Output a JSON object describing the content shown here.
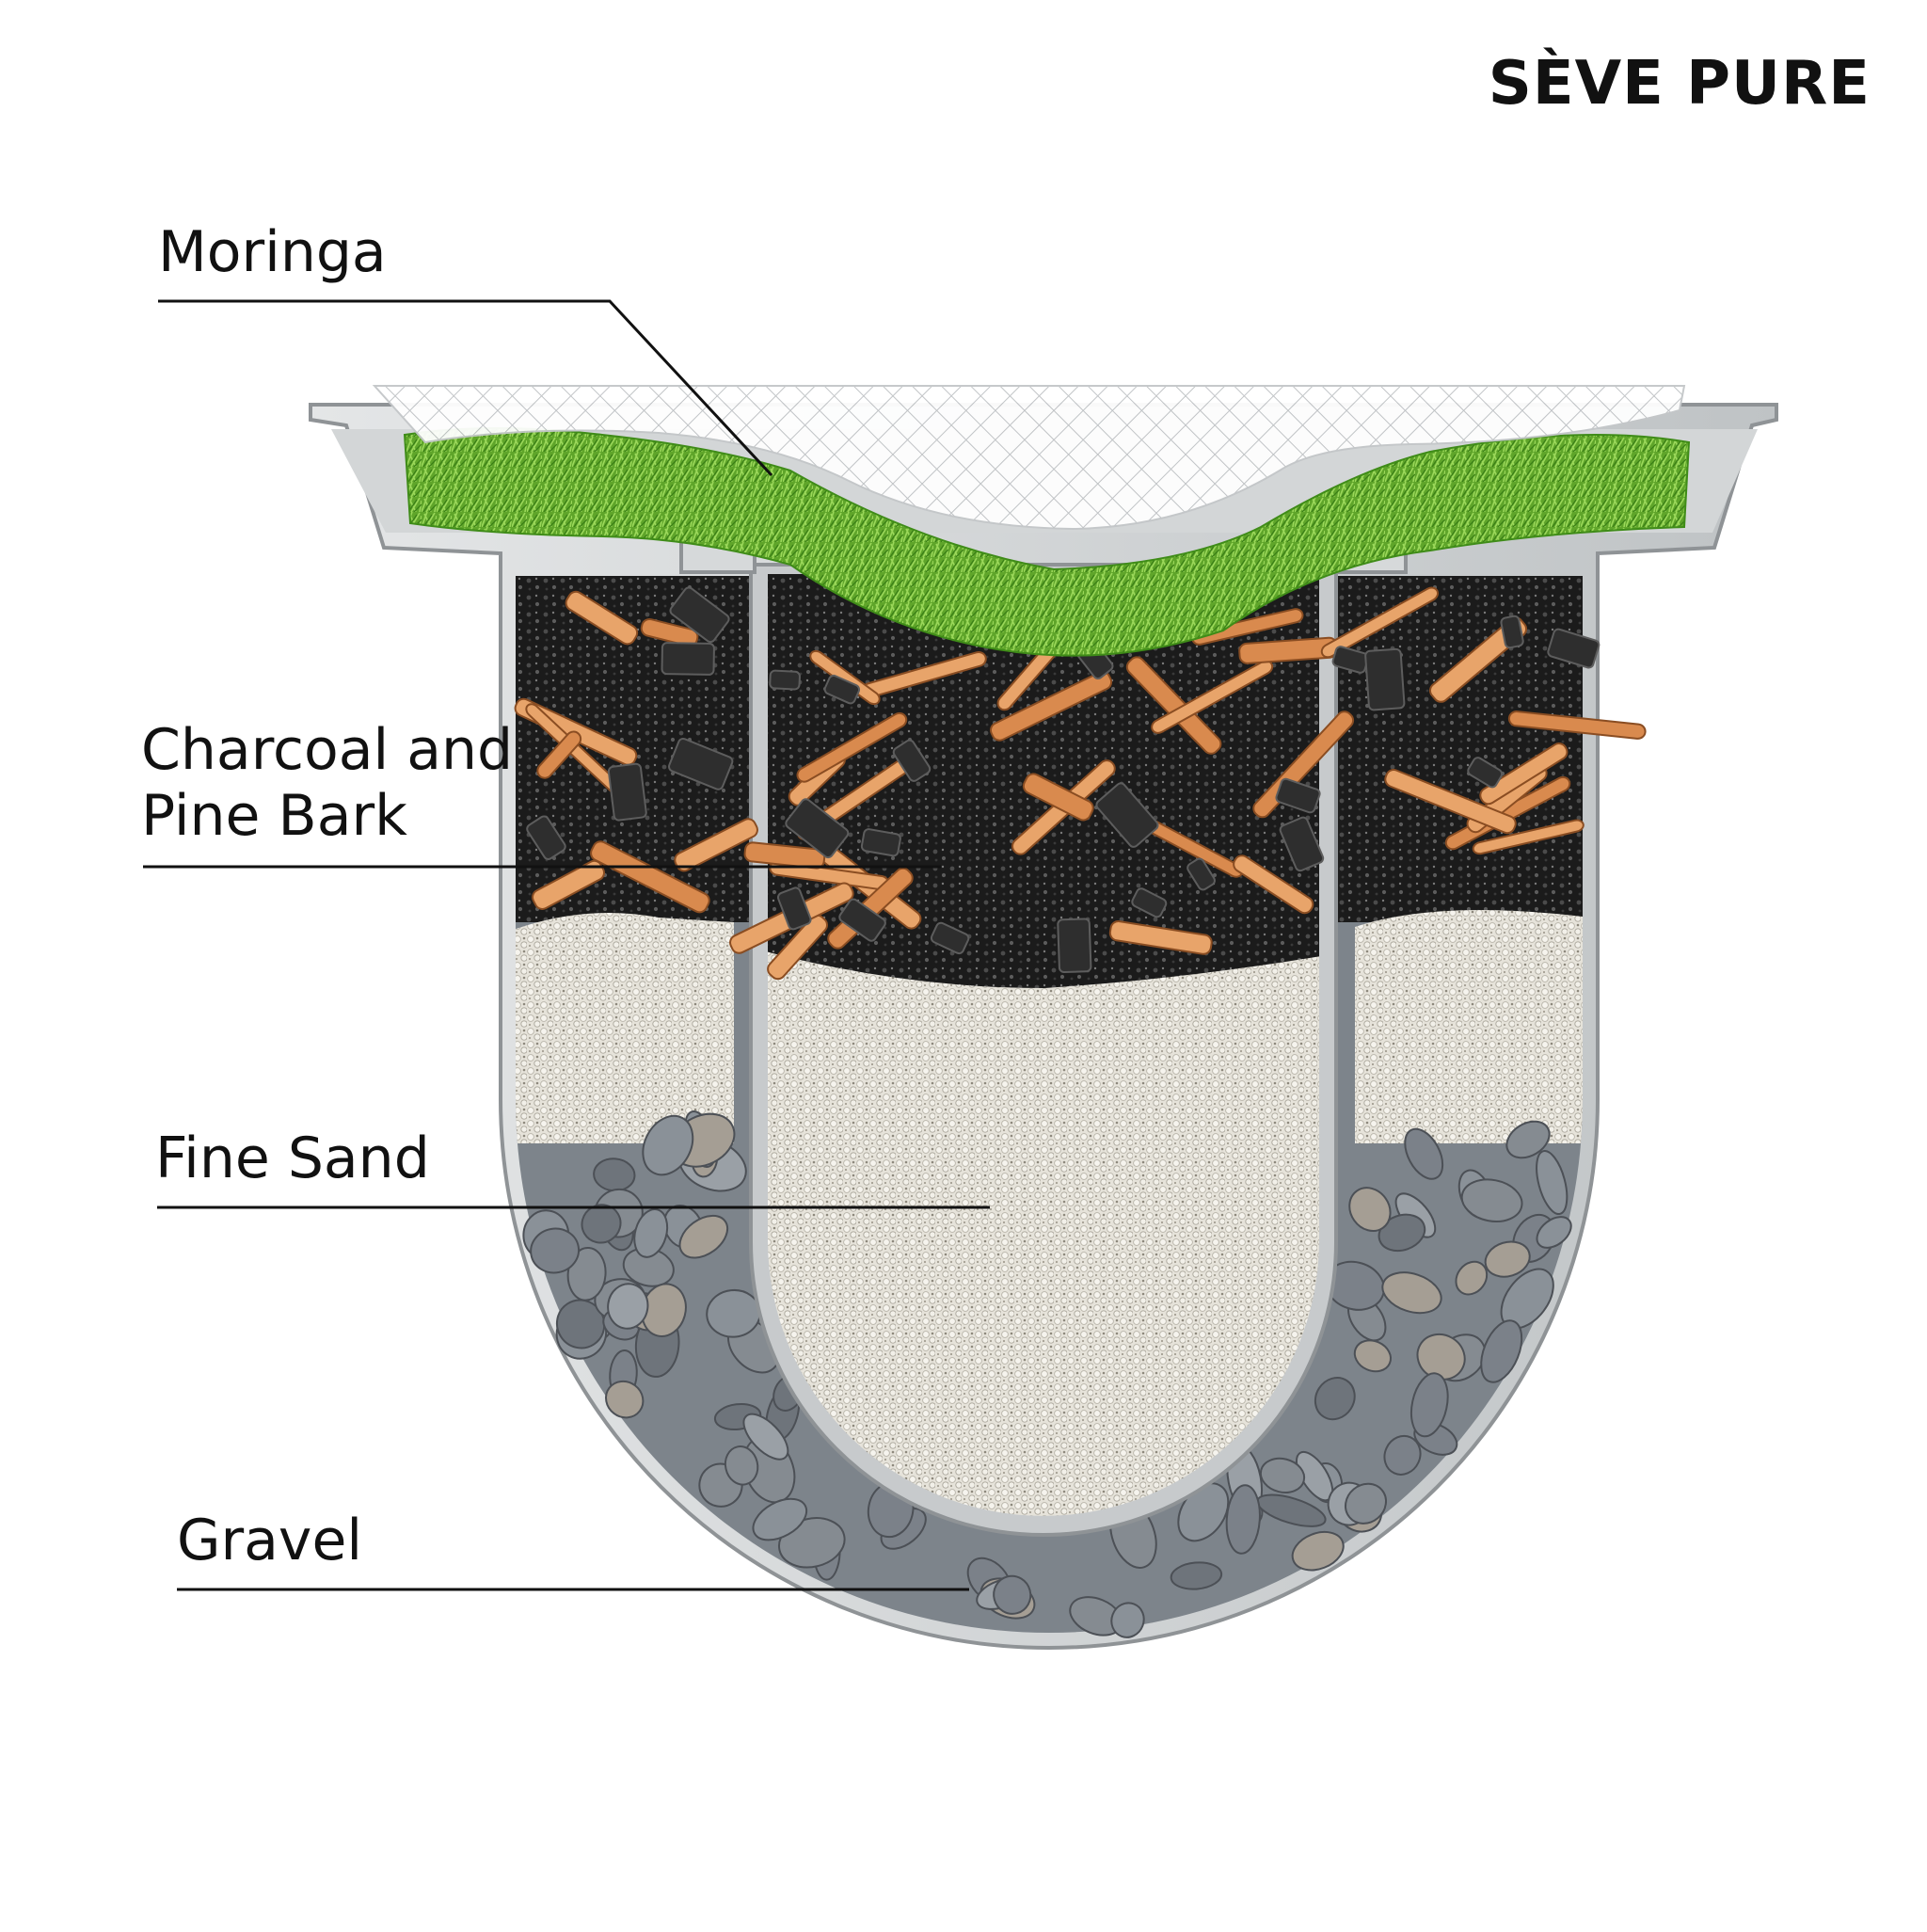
{
  "brand": "SÈVE PURE",
  "labels": {
    "moringa": "Moringa",
    "charcoal_line1": "Charcoal and",
    "charcoal_line2": "Pine Bark",
    "fine_sand": "Fine Sand",
    "gravel": "Gravel"
  },
  "colors": {
    "grass": "#6cbb2c",
    "grass_dark": "#3e8a19",
    "charcoal_bed": "#1d1d1d",
    "bark": "#d98a4e",
    "sand": "#e3e0d6",
    "gravel": "#8c939a",
    "vessel": "#c9ccce",
    "vessel_dark": "#8f9396"
  }
}
